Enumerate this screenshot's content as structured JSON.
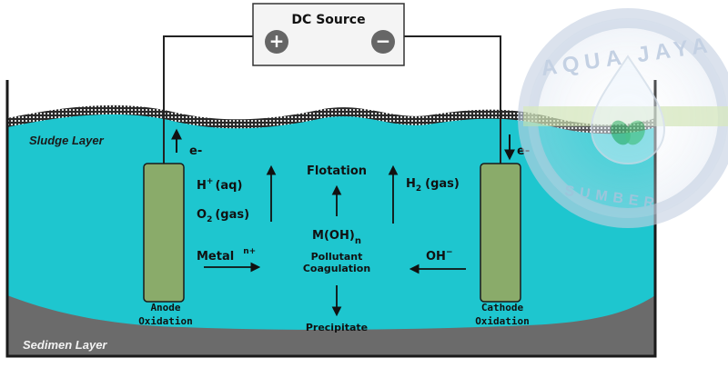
{
  "source": {
    "title": "DC Source",
    "positive_symbol": "+",
    "negative_symbol": "−"
  },
  "layers": {
    "sludge": "Sludge Layer",
    "sediment": "Sedimen Layer"
  },
  "anode": {
    "electron": "e-",
    "caption_line1": "Anode",
    "caption_line2": "Oxidation"
  },
  "cathode": {
    "electron": "e-",
    "caption_line1": "Cathode",
    "caption_line2": "Oxidation"
  },
  "reactions": {
    "hydrogen_ion": "H",
    "hydrogen_ion_sup": "+",
    "hydrogen_ion_state": "(aq)",
    "oxygen": "O",
    "oxygen_sub": "2",
    "oxygen_state": "(gas)",
    "metal": "Metal",
    "metal_sup": "n+",
    "hydrogen_gas": "H",
    "hydrogen_gas_sub": "2",
    "hydrogen_gas_state": "(gas)",
    "hydroxide": "OH",
    "hydroxide_sup": "−",
    "flotation": "Flotation",
    "hydroxide_complex": "M(OH)",
    "hydroxide_complex_sub": "n",
    "coag_line1": "Pollutant",
    "coag_line2": "Coagulation",
    "precipitate": "Precipitate"
  },
  "watermark": {
    "top_text": "AQUA JAYA",
    "bottom_text": "SUMBER"
  },
  "colors": {
    "water": "#1ec6cf",
    "sediment": "#6b6b6b",
    "electrode": "#8aab6a",
    "wire": "#222222",
    "watermark_ring": "#c4d0e2",
    "watermark_band": "#cfe4b4"
  }
}
